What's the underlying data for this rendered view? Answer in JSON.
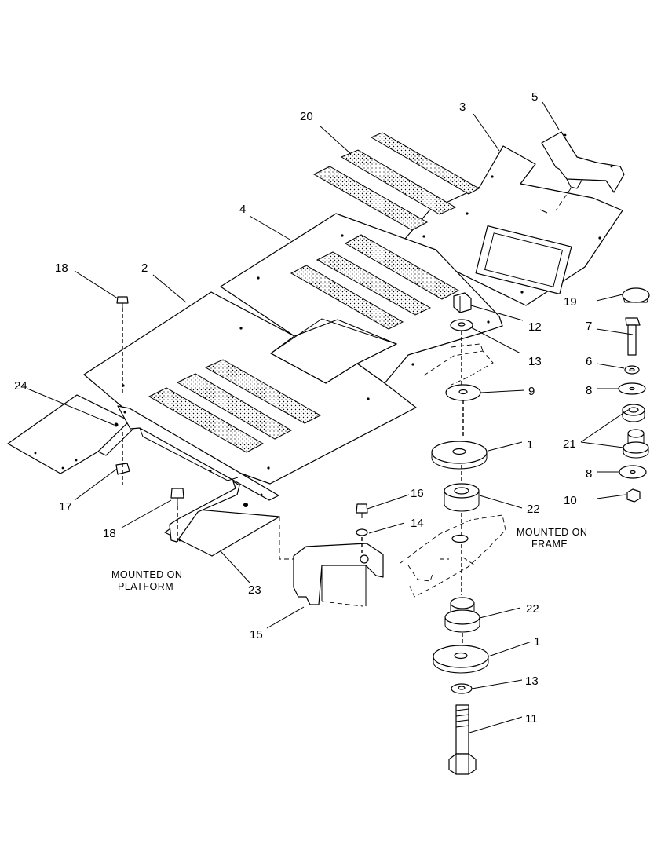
{
  "callouts": {
    "c20": "20",
    "c3": "3",
    "c5": "5",
    "c4": "4",
    "c18a": "18",
    "c2": "2",
    "c19": "19",
    "c12": "12",
    "c7": "7",
    "c13a": "13",
    "c6": "6",
    "c9": "9",
    "c8a": "8",
    "c24": "24",
    "c1a": "1",
    "c21": "21",
    "c8b": "8",
    "c17": "17",
    "c16": "16",
    "c22a": "22",
    "c10": "10",
    "c18b": "18",
    "c14": "14",
    "c23": "23",
    "c15": "15",
    "c22b": "22",
    "c1b": "1",
    "c13b": "13",
    "c11": "11"
  },
  "notes": {
    "platform_line1": "MOUNTED ON",
    "platform_line2": "PLATFORM",
    "frame_line1": "MOUNTED ON",
    "frame_line2": "FRAME"
  }
}
